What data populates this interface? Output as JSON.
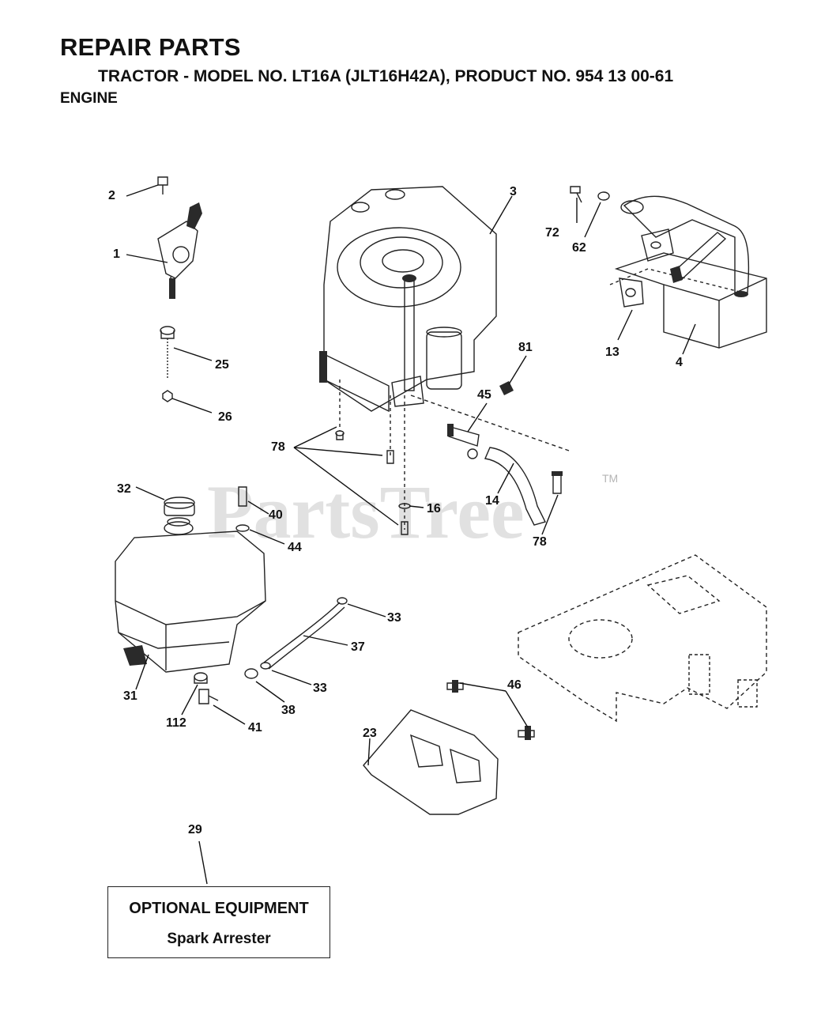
{
  "header": {
    "title": "REPAIR PARTS",
    "subtitle": "TRACTOR - MODEL NO. LT16A (JLT16H42A), PRODUCT NO. 954 13 00-61",
    "section": "ENGINE"
  },
  "watermark": {
    "text": "PartsTree",
    "trademark": "TM"
  },
  "callouts": [
    "1",
    "2",
    "3",
    "4",
    "13",
    "14",
    "16",
    "23",
    "25",
    "26",
    "29",
    "31",
    "32",
    "33",
    "37",
    "38",
    "40",
    "41",
    "44",
    "45",
    "46",
    "62",
    "72",
    "78",
    "81",
    "112"
  ],
  "optional_box": {
    "title": "OPTIONAL EQUIPMENT",
    "item": "Spark Arrester"
  }
}
